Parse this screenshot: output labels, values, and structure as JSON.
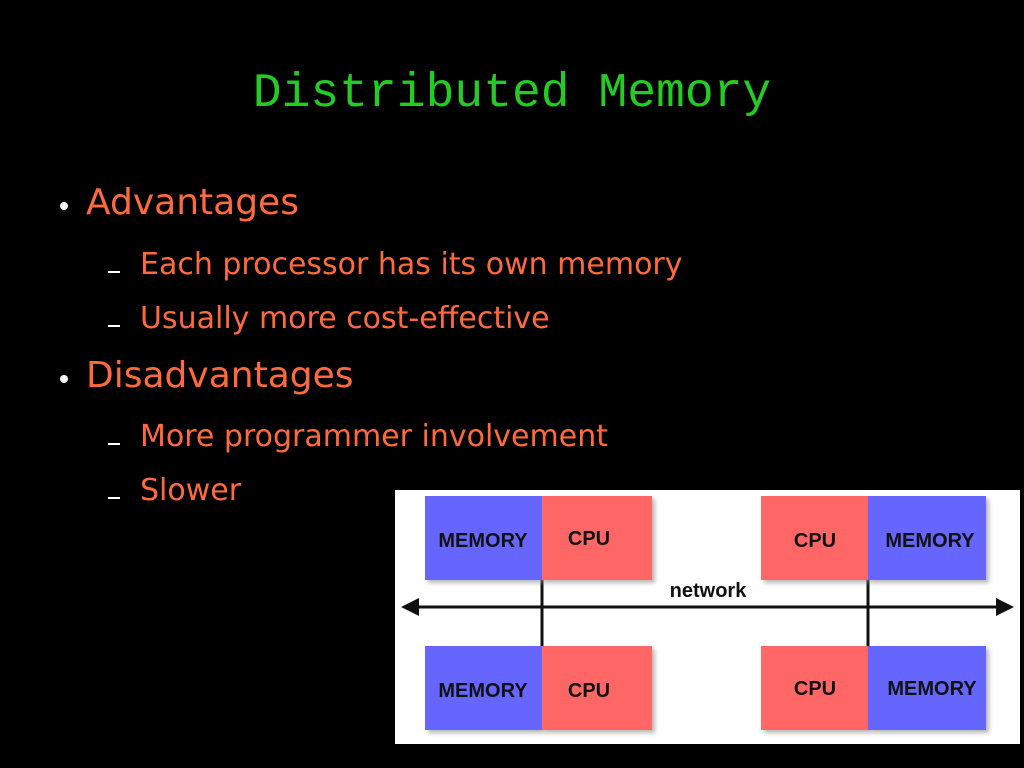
{
  "slide": {
    "title": "Distributed Memory",
    "bullets": [
      {
        "label": "Advantages",
        "items": [
          "Each processor has its own memory",
          "Usually more cost-effective"
        ]
      },
      {
        "label": "Disadvantages",
        "items": [
          "More programmer involvement",
          "Slower"
        ]
      }
    ]
  },
  "diagram": {
    "network_label": "network",
    "memory_label": "MEMORY",
    "cpu_label": "CPU",
    "colors": {
      "memory": "#6666ff",
      "cpu": "#ff6666",
      "background": "#ffffff",
      "line": "#111111"
    }
  },
  "colors": {
    "title": "#22cc22",
    "bullet_text": "#ff6a3d",
    "background": "#000000"
  }
}
